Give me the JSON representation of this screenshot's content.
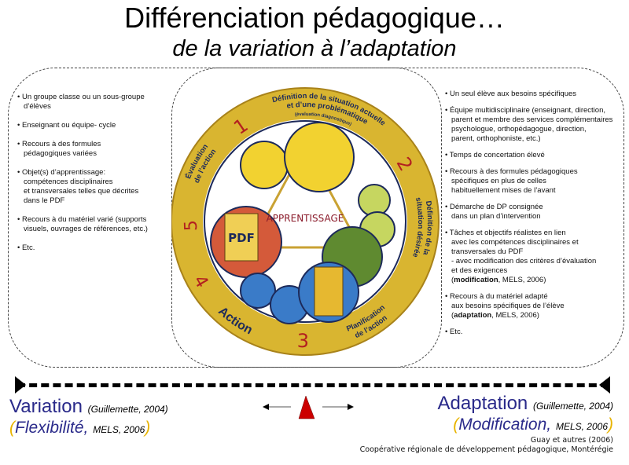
{
  "title": "Différenciation pédagogique…",
  "subtitle": "de la variation à l’adaptation",
  "left_items": [
    "Un groupe classe ou un sous-groupe\nd’élèves",
    "Enseignant ou équipe- cycle",
    "Recours à des formules\npédagogiques variées",
    "Objet(s) d’apprentissage:\ncompétences disciplinaires\net transversales telles que décrites\ndans le PDF",
    "Recours à du matériel varié (supports\nvisuels, ouvrages de références, etc.)",
    "Etc."
  ],
  "right_items": [
    {
      "text": "Un seul élève aux besoins spécifiques"
    },
    {
      "text": "Équipe multidisciplinaire (enseignant, direction,\nparent et membre des services complémentaires\npsychologue, orthopédagogue, direction,\nparent, orthophoniste, etc.)"
    },
    {
      "text": "Temps de concertation élevé"
    },
    {
      "text": "Recours à des formules pédagogiques\nspécifiques en plus de celles\nhabituellement mises de l’avant"
    },
    {
      "text": "Démarche de DP consignée\ndans un plan d’intervention"
    },
    {
      "text": "Tâches et objectifs réalistes en lien\navec les compétences disciplinaires et\ntransversales du PDF\n- avec modification des critères d’évaluation\net des exigences\n(",
      "bold": "modification",
      "tail": ", MELS, 2006)"
    },
    {
      "text": "Recours à du matériel adapté\naux besoins spécifiques de l’élève\n(",
      "bold": "adaptation",
      "tail": ", MELS, 2006)"
    },
    {
      "text": "Etc."
    }
  ],
  "cycle": {
    "center": "APPRENTISSAGE",
    "pdf": "PDF",
    "steps": [
      {
        "num": "1",
        "line1": "Définition de la situation actuelle",
        "line2": "et d’une problématique",
        "line3": "(évaluation diagnostique)"
      },
      {
        "num": "2",
        "line1": "Définition de la",
        "line2": "situation désirée"
      },
      {
        "num": "3",
        "line1": "Planification",
        "line2": "de l’action"
      },
      {
        "num": "4",
        "line1": "Action"
      },
      {
        "num": "5",
        "line1": "Évaluation",
        "line2": "de l’action"
      }
    ],
    "colors": {
      "ring": "#d9b530",
      "ring_dark": "#a8821a",
      "number": "#b32020",
      "navy": "#1d2a5a"
    }
  },
  "scale": {
    "left_label": "Variation",
    "left_cite": "(Guillemette, 2004)",
    "left_sub": "Flexibilité",
    "left_sub_cite": "MELS, 2006",
    "right_label": "Adaptation",
    "right_cite": "(Guillemette, 2004)",
    "right_sub": "Modification",
    "right_sub_cite": "MELS, 2006",
    "marker_color": "#cc0000"
  },
  "credits": {
    "line1": "Guay et autres (2006)",
    "line2": "Coopérative régionale de développement pédagogique, Montérégie"
  }
}
